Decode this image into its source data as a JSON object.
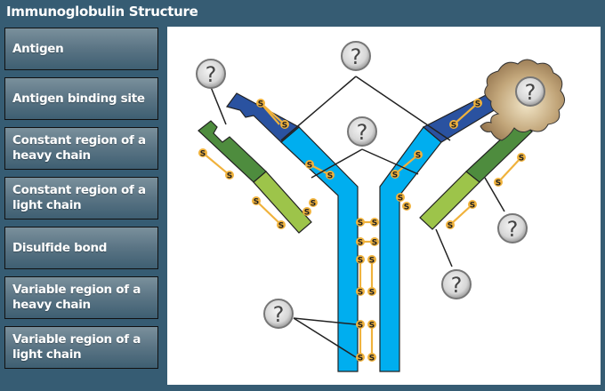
{
  "title": "Immunoglobulin Structure",
  "labels": [
    {
      "text": "Antigen"
    },
    {
      "text": "Antigen binding site"
    },
    {
      "text": "Constant region of a heavy chain"
    },
    {
      "text": "Constant region of a light chain"
    },
    {
      "text": "Disulfide bond"
    },
    {
      "text": "Variable region of a heavy chain"
    },
    {
      "text": "Variable region of a light chain"
    }
  ],
  "hotspot_glyph": "?",
  "bond_glyph": "S",
  "colors": {
    "frame": "#365c73",
    "heavy_constant": "#00aeef",
    "heavy_variable": "#2a52a0",
    "light_constant": "#9dc44a",
    "light_variable": "#4e8c3e",
    "bond": "#f0b23c",
    "antigen": "#a88b63"
  }
}
